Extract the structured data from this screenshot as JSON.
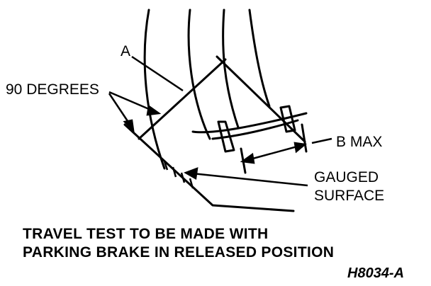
{
  "labels": {
    "a": "A",
    "angle": "90 DEGREES",
    "b_max": "B MAX",
    "gauged_surface": [
      "GAUGED",
      "SURFACE"
    ],
    "note": [
      "TRAVEL TEST TO BE MADE WITH",
      "PARKING BRAKE IN RELEASED POSITION"
    ],
    "figure_id": "H8034-A"
  }
}
